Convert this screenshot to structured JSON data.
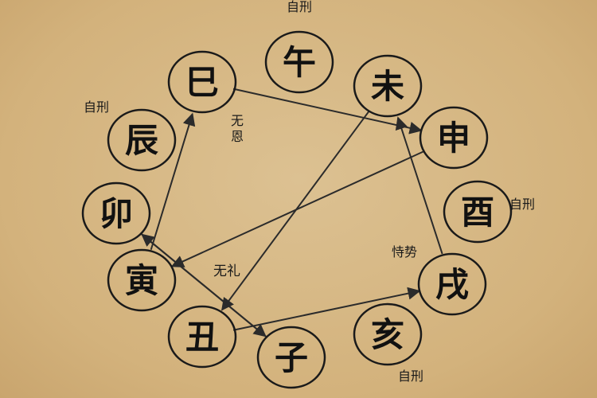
{
  "branches": [
    {
      "id": "wu",
      "char": "午"
    },
    {
      "id": "wei",
      "char": "未"
    },
    {
      "id": "shen",
      "char": "申"
    },
    {
      "id": "you",
      "char": "酉"
    },
    {
      "id": "xu",
      "char": "戌"
    },
    {
      "id": "hai",
      "char": "亥"
    },
    {
      "id": "zi",
      "char": "子"
    },
    {
      "id": "chou",
      "char": "丑"
    },
    {
      "id": "yin",
      "char": "寅"
    },
    {
      "id": "mao",
      "char": "卯"
    },
    {
      "id": "chen",
      "char": "辰"
    },
    {
      "id": "si",
      "char": "巳"
    }
  ],
  "notes": {
    "self_punish": "自刑",
    "no_gratitude": "无恩",
    "no_courtesy": "无礼",
    "rely_on_power": "恃势"
  },
  "relations": [
    {
      "from": "yin",
      "to": "si",
      "type": "无恩"
    },
    {
      "from": "si",
      "to": "shen",
      "type": "无恩"
    },
    {
      "from": "shen",
      "to": "yin",
      "type": "无恩"
    },
    {
      "from": "chou",
      "to": "xu",
      "type": "恃势"
    },
    {
      "from": "xu",
      "to": "wei",
      "type": "恃势"
    },
    {
      "from": "wei",
      "to": "chou",
      "type": "恃势"
    },
    {
      "from": "zi",
      "to": "mao",
      "type": "无礼"
    },
    {
      "from": "mao",
      "to": "zi",
      "type": "无礼"
    }
  ],
  "colors": {
    "line": "#2b2b2b",
    "circle": "#1a1a1a",
    "background": "#d6b887"
  }
}
